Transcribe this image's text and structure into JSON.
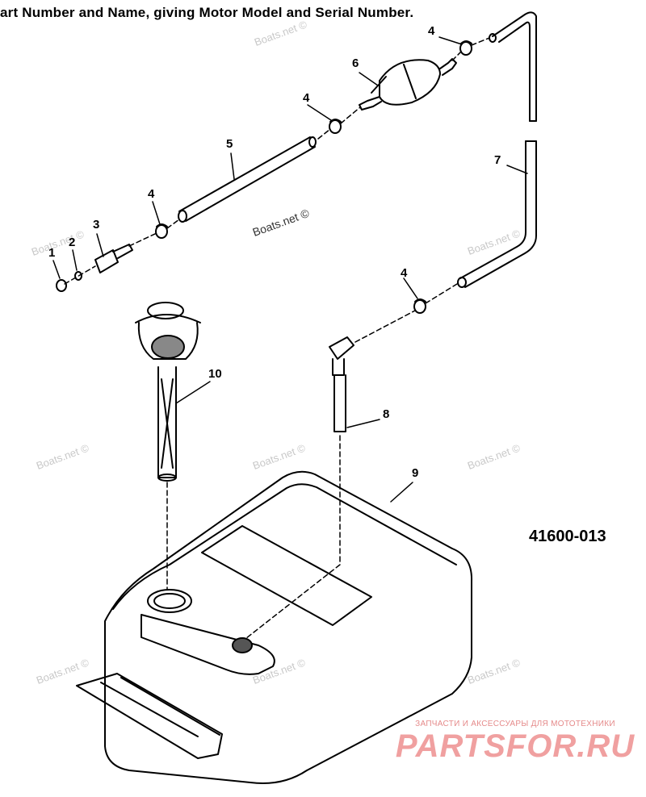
{
  "header": {
    "text": "art Number and Name, giving Motor Model and Serial Number."
  },
  "callouts": [
    {
      "id": "c1",
      "label": "1"
    },
    {
      "id": "c2",
      "label": "2"
    },
    {
      "id": "c3",
      "label": "3"
    },
    {
      "id": "c4a",
      "label": "4"
    },
    {
      "id": "c4b",
      "label": "4"
    },
    {
      "id": "c4c",
      "label": "4"
    },
    {
      "id": "c4d",
      "label": "4"
    },
    {
      "id": "c5",
      "label": "5"
    },
    {
      "id": "c6",
      "label": "6"
    },
    {
      "id": "c7",
      "label": "7"
    },
    {
      "id": "c8",
      "label": "8"
    },
    {
      "id": "c9",
      "label": "9"
    },
    {
      "id": "c10",
      "label": "10"
    }
  ],
  "drawing_number": "41600-013",
  "watermark": {
    "text": "Boats.net ©"
  },
  "banner": {
    "subtitle": "ЗАПЧАСТИ И АКСЕССУАРЫ ДЛЯ МОТОТЕХНИКИ",
    "logo": "PARTSFOR.RU"
  },
  "colors": {
    "ink": "#000000",
    "watermark": "#c8c8c8",
    "banner": "#f0a0a0"
  }
}
